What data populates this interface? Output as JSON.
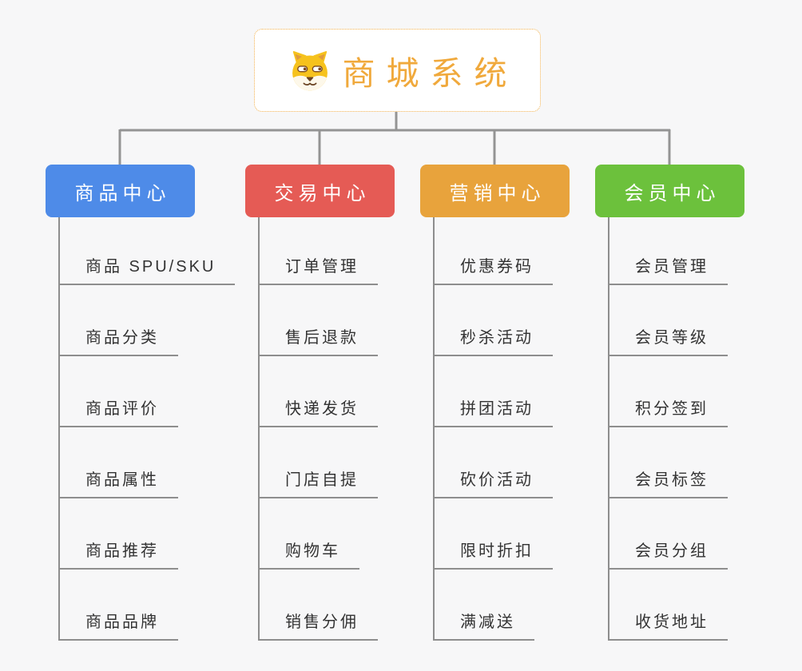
{
  "root": {
    "title": "商城系统",
    "icon": "dog-mascot-icon",
    "accent_color": "#f0a93c",
    "border_color": "#f2b14e"
  },
  "canvas": {
    "background": "#f7f7f8",
    "connector_color": "#949494",
    "leaf_line_color": "#8e8e8e",
    "leaf_text_color": "#333333"
  },
  "branches": [
    {
      "label": "商品中心",
      "color": "#4e8be8",
      "children": [
        "商品 SPU/SKU",
        "商品分类",
        "商品评价",
        "商品属性",
        "商品推荐",
        "商品品牌"
      ]
    },
    {
      "label": "交易中心",
      "color": "#e55b55",
      "children": [
        "订单管理",
        "售后退款",
        "快递发货",
        "门店自提",
        "购物车",
        "销售分佣"
      ]
    },
    {
      "label": "营销中心",
      "color": "#e8a33c",
      "children": [
        "优惠券码",
        "秒杀活动",
        "拼团活动",
        "砍价活动",
        "限时折扣",
        "满减送"
      ]
    },
    {
      "label": "会员中心",
      "color": "#6cc13c",
      "children": [
        "会员管理",
        "会员等级",
        "积分签到",
        "会员标签",
        "会员分组",
        "收货地址"
      ]
    }
  ]
}
